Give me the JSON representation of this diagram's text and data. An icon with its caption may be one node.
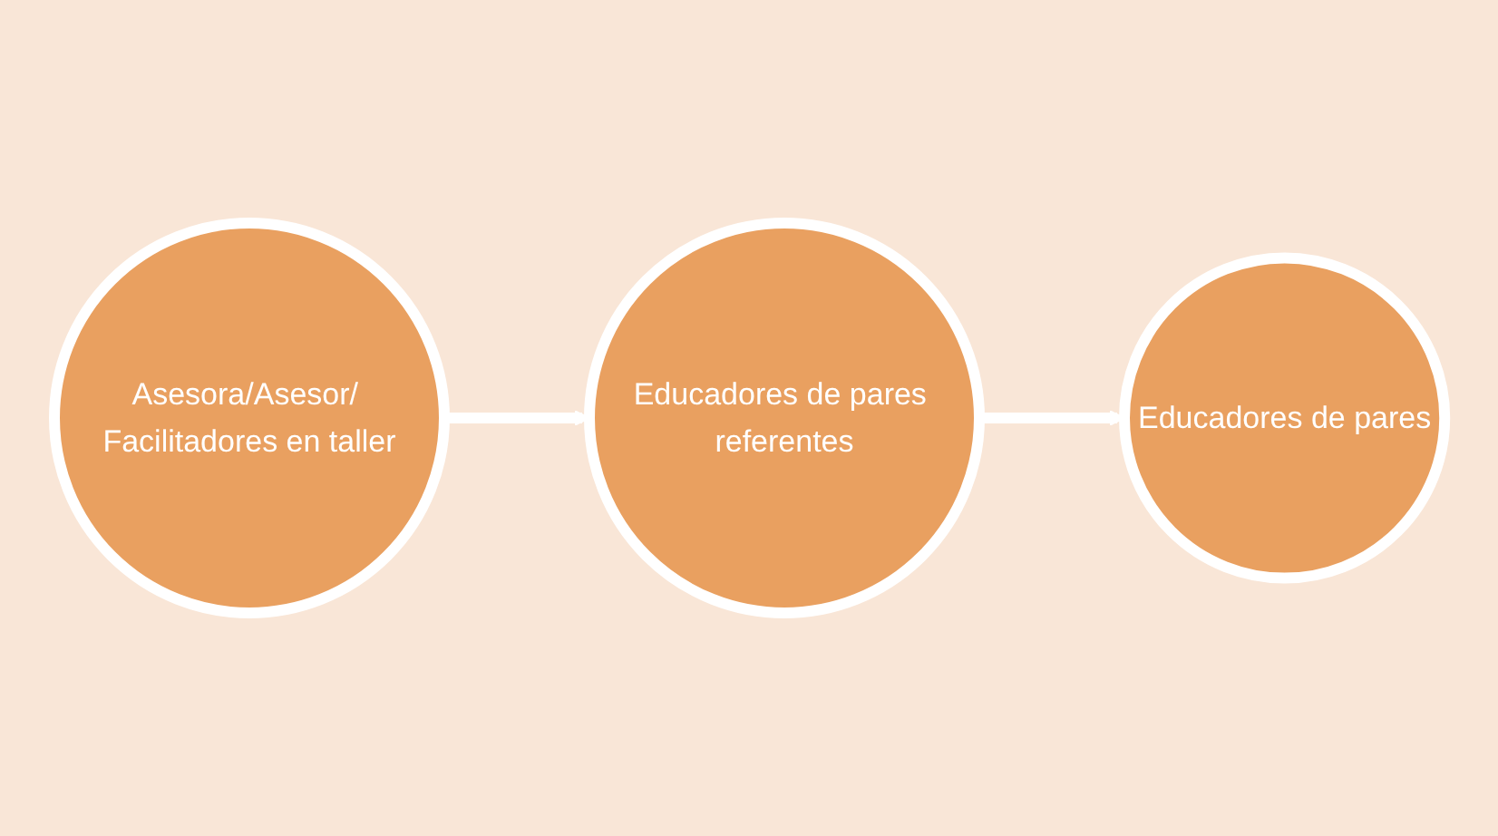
{
  "diagram": {
    "nodes": [
      {
        "text": [
          "Asesora/Asesor/ Facilitadores en taller"
        ]
      },
      {
        "text": [
          "Educadores de pares referentes"
        ]
      },
      {
        "text": [
          "Educadores de pares"
        ]
      }
    ],
    "edges": [
      {
        "from": 0,
        "to": 1,
        "arrow": "to"
      },
      {
        "from": 1,
        "to": 2,
        "arrow": "to"
      }
    ]
  }
}
